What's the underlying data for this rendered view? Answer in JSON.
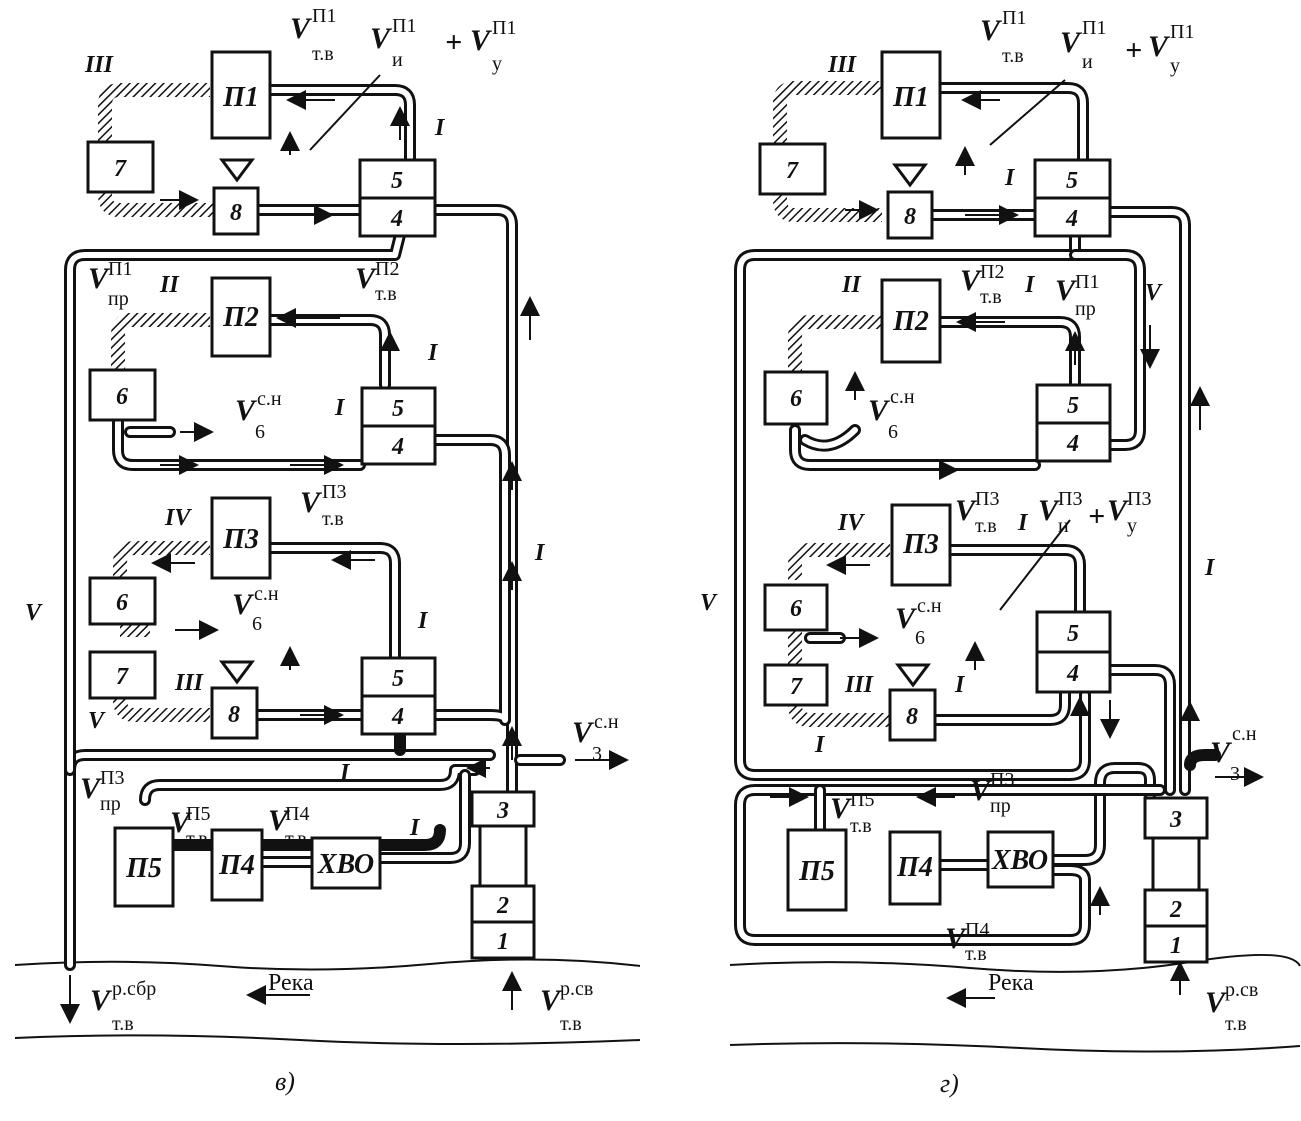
{
  "panels": [
    {
      "caption": "в)",
      "river": "Река",
      "blocks": {
        "p1": "П1",
        "p2": "П2",
        "p3": "П3",
        "p4": "П4",
        "p5": "П5",
        "hvo": "ХВО",
        "b1": "1",
        "b2": "2",
        "b3": "3",
        "b4": "4",
        "b5": "5",
        "b6": "6",
        "b7": "7",
        "b8": "8"
      },
      "roman": {
        "I": "I",
        "II": "II",
        "III": "III",
        "IV": "IV",
        "V": "V"
      },
      "V": "V",
      "tv": "т.в",
      "pr": "пр",
      "i": "и",
      "y": "у",
      "sn": "с.н",
      "rsbr": "р.сбр",
      "rsv": "р.св",
      "P1": "П1",
      "P2": "П2",
      "P3": "П3",
      "P4": "П4",
      "P5": "П5",
      "six": "6",
      "three": "3",
      "plus": "+"
    },
    {
      "caption": "г)",
      "river": "Река"
    }
  ]
}
